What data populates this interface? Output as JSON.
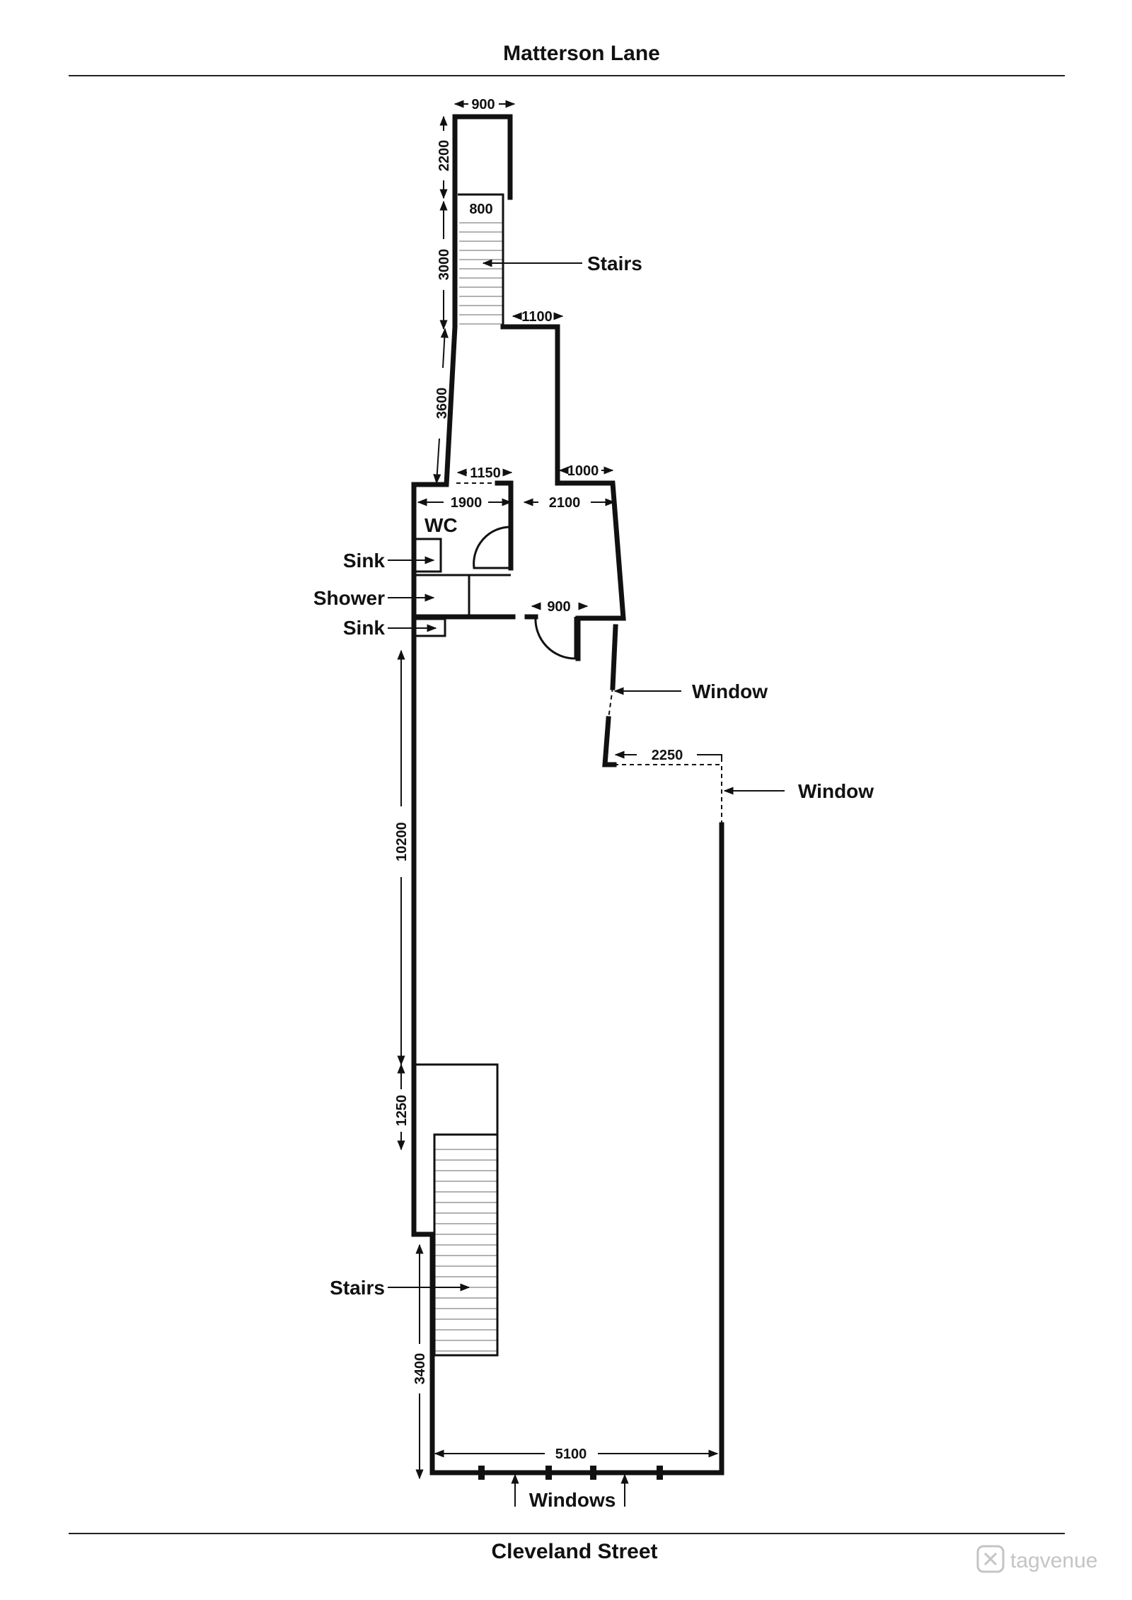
{
  "streets": {
    "top": "Matterson Lane",
    "bottom": "Cleveland Street"
  },
  "dimensions": {
    "d900_top": "900",
    "d2200": "2200",
    "d800": "800",
    "d3000": "3000",
    "d1100": "1100",
    "d3600": "3600",
    "d1150": "1150",
    "d1000": "1000",
    "d1900": "1900",
    "d2100": "2100",
    "d900_door": "900",
    "d2250": "2250",
    "d10200": "10200",
    "d1250": "1250",
    "d3400": "3400",
    "d5100": "5100"
  },
  "labels": {
    "stairs_top": "Stairs",
    "wc": "WC",
    "sink_1": "Sink",
    "shower": "Shower",
    "sink_2": "Sink",
    "window_1": "Window",
    "window_2": "Window",
    "stairs_bottom": "Stairs",
    "windows": "Windows"
  },
  "watermark": {
    "brand": "tagvenue",
    "icon": "tagvenue-logo-icon"
  },
  "colors": {
    "ink": "#111111",
    "watermark": "#c4c4c4"
  }
}
